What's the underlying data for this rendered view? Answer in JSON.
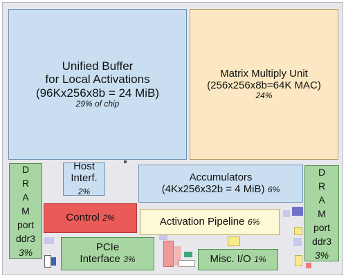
{
  "unified_buffer": {
    "line1": "Unified Buffer",
    "line2": "for Local Activations",
    "line3": "(96Kx256x8b = 24 MiB)",
    "pct": "29% of chip"
  },
  "matrix_unit": {
    "line1": "Matrix Multiply Unit",
    "line2": "(256x256x8b=64K MAC)",
    "pct": "24%"
  },
  "host_interface": {
    "line1": "Host",
    "line2": "Interf.",
    "pct": "2%"
  },
  "accumulators": {
    "line1": "Accumulators",
    "line2": "(4Kx256x32b = 4 MiB)",
    "pct": "6%"
  },
  "control": {
    "label": "Control",
    "pct": "2%"
  },
  "activation_pipeline": {
    "label": "Activation Pipeline",
    "pct": "6%"
  },
  "pcie": {
    "line1": "PCIe",
    "line2": "Interface",
    "pct": "3%"
  },
  "misc_io": {
    "label": "Misc. I/O",
    "pct": "1%"
  },
  "dram_left": {
    "letters": [
      "D",
      "R",
      "A",
      "M"
    ],
    "line5": "port",
    "line6": "ddr3",
    "pct": "3%"
  },
  "dram_right": {
    "letters": [
      "D",
      "R",
      "A",
      "M"
    ],
    "line5": "port",
    "line6": "ddr3",
    "pct": "3%"
  }
}
